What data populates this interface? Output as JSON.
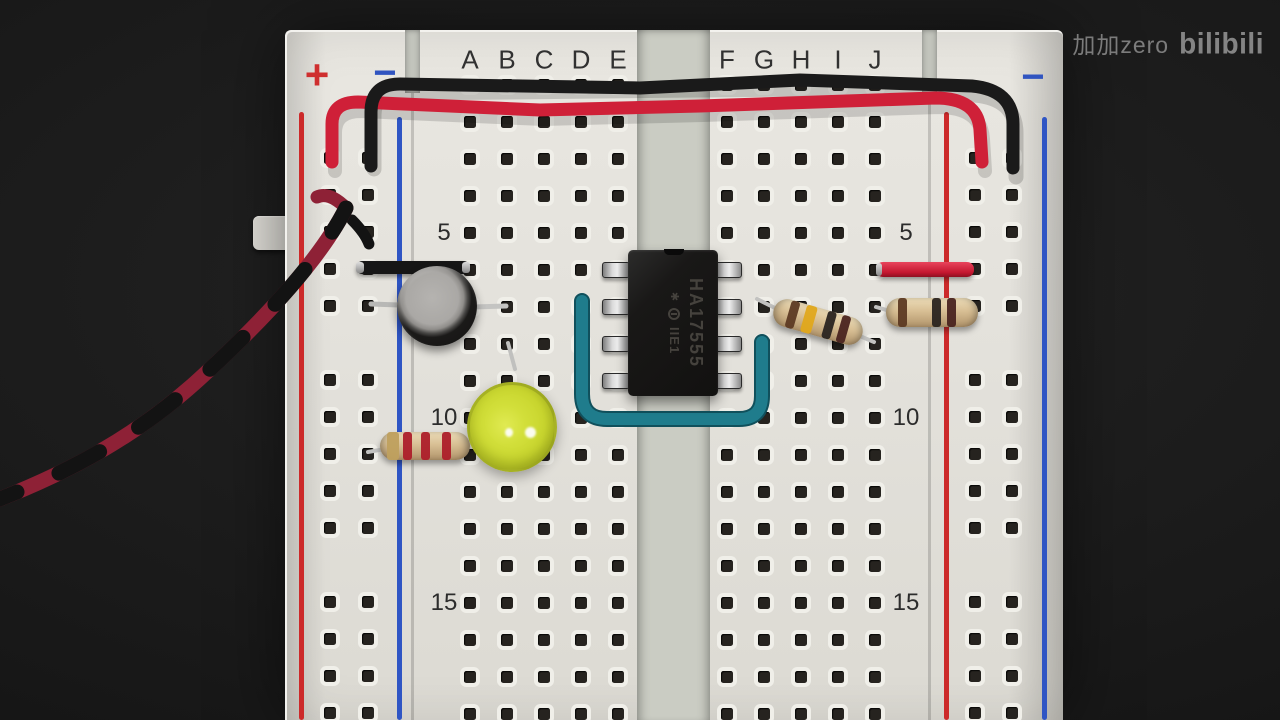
{
  "watermark": {
    "channel_name": "加加zero",
    "platform_logo": "bilibili"
  },
  "breadboard": {
    "column_labels_left": [
      "A",
      "B",
      "C",
      "D",
      "E"
    ],
    "column_labels_right": [
      "F",
      "G",
      "H",
      "I",
      "J"
    ],
    "row_labels": [
      "5",
      "10",
      "15"
    ],
    "left_rail": {
      "plus_symbol": "+",
      "minus_symbol": "−"
    },
    "right_rail": {
      "minus_symbol": "−"
    },
    "colors": {
      "body": "#e4e2dc",
      "channel": "#caccc3",
      "hole_dark": "#26231f",
      "hole_bevel": "#f0efe9",
      "rail_red_line": "#cc2a2a",
      "rail_blue_line": "#2f55c4"
    }
  },
  "ic": {
    "part_number": "HA17555",
    "marking_line2": "IIE1",
    "star_mark": "✱",
    "package": "8-pin DIP",
    "body_color": "#161514"
  },
  "components": {
    "capacitor": {
      "type": "electrolytic capacitor (top view)",
      "body_color": "#1b1a19",
      "top_color": "#aaa8a5"
    },
    "led": {
      "type": "round LED (top view)",
      "color": "#c9d62f"
    },
    "resistor_near_led": {
      "bands": [
        "gold",
        "red",
        "red",
        "red"
      ],
      "body_color": "#d8bf94"
    },
    "resistor_diagonal_right": {
      "bands": [
        "brown",
        "yellow",
        "black",
        "maroon"
      ],
      "body_color": "#d8bf94"
    },
    "resistor_horizontal_right": {
      "bands": [
        "brown",
        "black",
        "maroon"
      ],
      "body_color": "#d8bf94"
    }
  },
  "wires": {
    "top_red_jumper": {
      "color": "#cf2038"
    },
    "top_black_jumper": {
      "color": "#1a1a1a"
    },
    "short_red_jumper": {
      "color": "#d81f3a"
    },
    "black_jumper_over_capacitor": {
      "color": "#161616"
    },
    "teal_u_wire": {
      "color": "#1f7c8c"
    },
    "twisted_pair": {
      "red": "#8e2136",
      "black": "#131313"
    }
  }
}
